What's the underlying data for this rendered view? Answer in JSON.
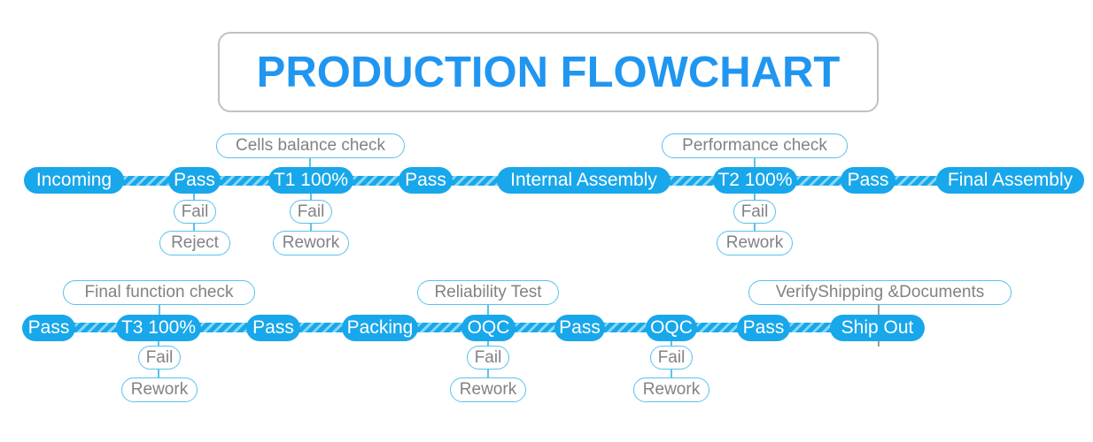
{
  "title": "PRODUCTION FLOWCHART",
  "colors": {
    "node-fill": "#18A7EA",
    "node-text": "#FFFFFF",
    "title-text": "#2196F0",
    "title-border": "#C1C1C1",
    "outline-border": "#58C2EC",
    "muted-text": "#828282",
    "gray-line": "#9A9A9A"
  },
  "row1": {
    "nodes": [
      "Incoming",
      "Pass",
      "T1 100%",
      "Pass",
      "Internal Assembly",
      "T2 100%",
      "Pass",
      "Final Assembly"
    ],
    "callouts": [
      "Cells balance check",
      "Performance check"
    ],
    "branches": [
      {
        "fail": "Fail",
        "result": "Reject"
      },
      {
        "fail": "Fail",
        "result": "Rework"
      },
      {
        "fail": "Fail",
        "result": "Rework"
      }
    ]
  },
  "row2": {
    "nodes": [
      "Pass",
      "T3 100%",
      "Pass",
      "Packing",
      "OQC",
      "Pass",
      "OQC",
      "Pass",
      "Ship Out"
    ],
    "callouts": [
      "Final function check",
      "Reliability Test",
      "VerifyShipping &Documents"
    ],
    "branches": [
      {
        "fail": "Fail",
        "result": "Rework"
      },
      {
        "fail": "Fail",
        "result": "Rework"
      },
      {
        "fail": "Fail",
        "result": "Rework"
      }
    ]
  }
}
